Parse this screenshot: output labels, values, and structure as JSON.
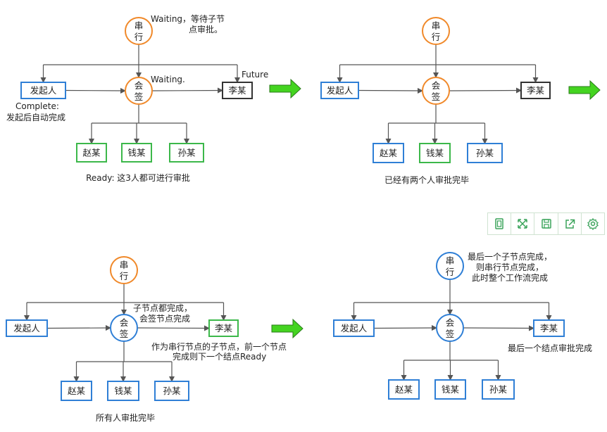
{
  "panels": [
    {
      "id": "p1",
      "serial": {
        "line1": "串",
        "line2": "行",
        "color": "#f0892a"
      },
      "sign": {
        "line1": "会",
        "line2": "签",
        "color": "#f0892a"
      },
      "initiator": {
        "text": "发起人",
        "color": "#2f7fd6"
      },
      "target": {
        "text": "李某",
        "color": "#333333"
      },
      "children": [
        {
          "text": "赵某",
          "color": "#3cb84a"
        },
        {
          "text": "钱某",
          "color": "#3cb84a"
        },
        {
          "text": "孙某",
          "color": "#3cb84a"
        }
      ],
      "annotations": [
        "Waiting，等待子节",
        "点审批。",
        "Waiting.",
        "Future",
        "Complete:",
        "发起后自动完成"
      ],
      "caption": "Ready: 这3人都可进行审批"
    },
    {
      "id": "p2",
      "serial": {
        "line1": "串",
        "line2": "行",
        "color": "#f0892a"
      },
      "sign": {
        "line1": "会",
        "line2": "签",
        "color": "#f0892a"
      },
      "initiator": {
        "text": "发起人",
        "color": "#2f7fd6"
      },
      "target": {
        "text": "李某",
        "color": "#333333"
      },
      "children": [
        {
          "text": "赵某",
          "color": "#2f7fd6"
        },
        {
          "text": "钱某",
          "color": "#3cb84a"
        },
        {
          "text": "孙某",
          "color": "#2f7fd6"
        }
      ],
      "annotations": [],
      "caption": "已经有两个人审批完毕"
    },
    {
      "id": "p3",
      "serial": {
        "line1": "串",
        "line2": "行",
        "color": "#f0892a"
      },
      "sign": {
        "line1": "会",
        "line2": "签",
        "color": "#2f7fd6"
      },
      "initiator": {
        "text": "发起人",
        "color": "#2f7fd6"
      },
      "target": {
        "text": "李某",
        "color": "#3cb84a"
      },
      "children": [
        {
          "text": "赵某",
          "color": "#2f7fd6"
        },
        {
          "text": "钱某",
          "color": "#2f7fd6"
        },
        {
          "text": "孙某",
          "color": "#2f7fd6"
        }
      ],
      "annotations": [
        "子节点都完成，",
        "会签节点完成",
        "作为串行节点的子节点，前一个节点",
        "完成则下一个结点Ready"
      ],
      "caption": "所有人审批完毕"
    },
    {
      "id": "p4",
      "serial": {
        "line1": "串",
        "line2": "行",
        "color": "#2f7fd6"
      },
      "sign": {
        "line1": "会",
        "line2": "签",
        "color": "#2f7fd6"
      },
      "initiator": {
        "text": "发起人",
        "color": "#2f7fd6"
      },
      "target": {
        "text": "李某",
        "color": "#2f7fd6"
      },
      "children": [
        {
          "text": "赵某",
          "color": "#2f7fd6"
        },
        {
          "text": "钱某",
          "color": "#2f7fd6"
        },
        {
          "text": "孙某",
          "color": "#2f7fd6"
        }
      ],
      "annotations": [
        "最后一个子节点完成，",
        "则串行节点完成，",
        "此时整个工作流完成",
        "最后一个结点审批完成"
      ],
      "caption": ""
    }
  ],
  "step_arrow_color": "#44d420",
  "toolbar": [
    {
      "name": "fit-page-icon"
    },
    {
      "name": "expand-icon"
    },
    {
      "name": "save-icon"
    },
    {
      "name": "share-icon"
    },
    {
      "name": "settings-icon"
    }
  ],
  "toolbar_color": "#3aa35a"
}
